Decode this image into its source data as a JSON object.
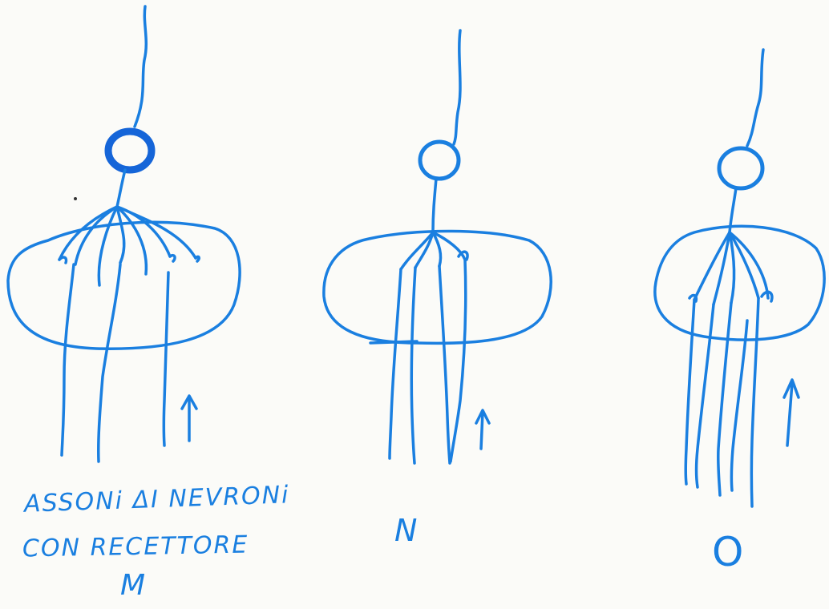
{
  "colors": {
    "ink": "#1a7fe0",
    "ink_dark": "#1565d8",
    "paper": "#fbfbf8"
  },
  "labels": {
    "m_line1": "ASSONi ΔI NEVRONi",
    "m_line2": "CON RECETTORE",
    "m_letter": "M",
    "n_letter": "N",
    "o_letter": "O"
  },
  "panels": [
    {
      "id": "M",
      "arrow": "up"
    },
    {
      "id": "N",
      "arrow": "up"
    },
    {
      "id": "O",
      "arrow": "up"
    }
  ]
}
